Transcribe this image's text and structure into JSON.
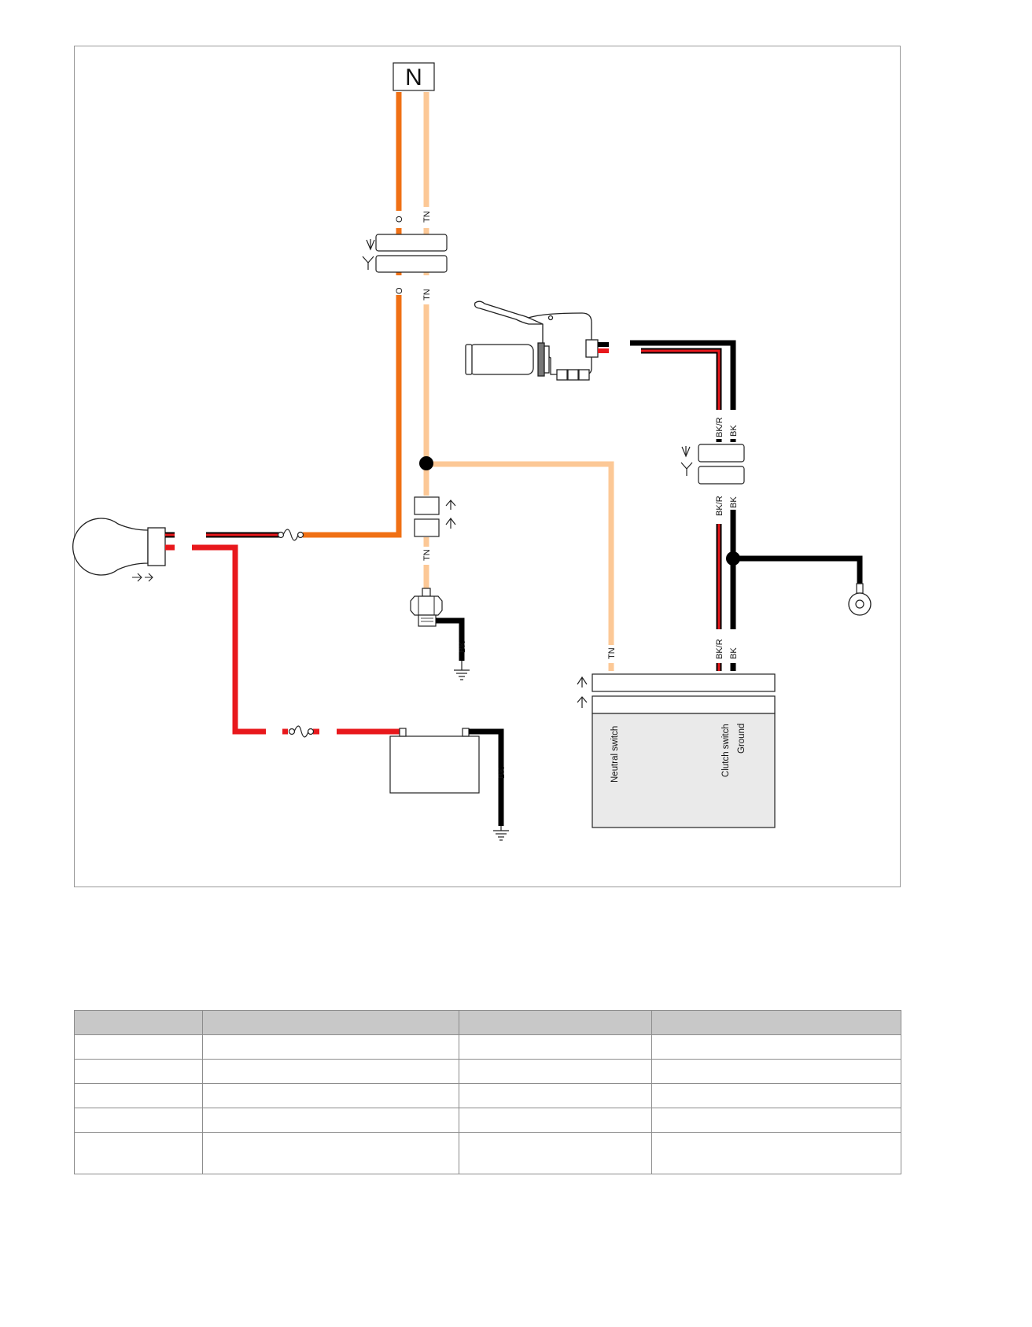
{
  "diagram": {
    "neutral_indicator_letter": "N",
    "wire_labels": {
      "orange_upper": "O",
      "orange_lower": "O",
      "tan_upper": "TN",
      "tan_lower": "TN",
      "tan_switch": "TN",
      "tan_module": "TN",
      "clutch_bkr_upper": "BK/R",
      "clutch_bk_upper": "BK",
      "clutch_bkr_lower": "BK/R",
      "clutch_bk_lower": "BK",
      "module_bkr": "BK/R",
      "module_bk": "BK",
      "neutral_switch_ground": "BK",
      "battery_ground": "BK"
    },
    "module_labels": {
      "neutral_switch": "Neutral switch",
      "clutch_switch": "Clutch switch",
      "ground": "Ground"
    },
    "wire_colors": {
      "orange": "#f07014",
      "tan": "#fcc896",
      "red": "#e8181c",
      "black": "#000000"
    }
  },
  "table": {
    "header": [
      "",
      "",
      "",
      ""
    ],
    "rows": [
      [
        "",
        "",
        "",
        ""
      ],
      [
        "",
        "",
        "",
        ""
      ],
      [
        "",
        "",
        "",
        ""
      ],
      [
        "",
        "",
        "",
        ""
      ],
      [
        "",
        "",
        "",
        ""
      ]
    ]
  }
}
